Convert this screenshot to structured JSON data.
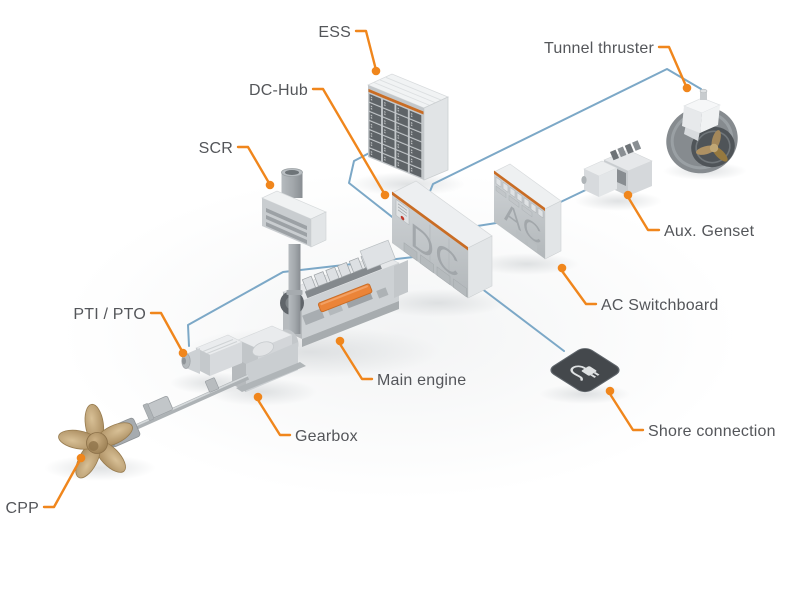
{
  "diagram": {
    "type": "marine-hybrid-propulsion-system",
    "labels": {
      "ess": "ESS",
      "dc_hub": "DC-Hub",
      "scr": "SCR",
      "tunnel_thruster": "Tunnel thruster",
      "aux_genset": "Aux. Genset",
      "ac_switchboard": "AC Switchboard",
      "pti_pto": "PTI / PTO",
      "main_engine": "Main engine",
      "gearbox": "Gearbox",
      "shore_connection": "Shore connection",
      "cpp": "CPP"
    },
    "cabinet_markings": {
      "dc_hub": "DC",
      "ac_switchboard": "AC"
    },
    "colors": {
      "label_text": "#54565A",
      "leader_orange": "#F0861C",
      "connection_blue": "#7CA8C7",
      "cabinet_stripe": "#C96C24",
      "engine_accent_orange": "#EB8438"
    }
  }
}
